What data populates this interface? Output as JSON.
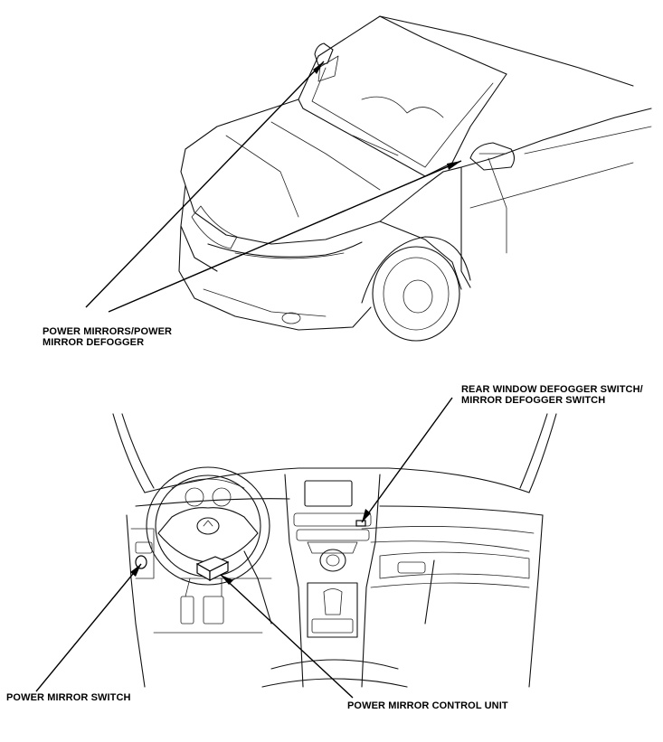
{
  "callouts": {
    "power_mirrors": [
      "POWER MIRRORS/POWER",
      "MIRROR DEFOGGER"
    ],
    "rear_window_defogger_switch": [
      "REAR WINDOW DEFOGGER SWITCH/",
      "MIRROR DEFOGGER SWITCH"
    ],
    "power_mirror_switch": "POWER MIRROR SWITCH",
    "power_mirror_control_unit": "POWER MIRROR CONTROL UNIT"
  },
  "colors": {
    "line": "#000000",
    "background": "#ffffff"
  }
}
